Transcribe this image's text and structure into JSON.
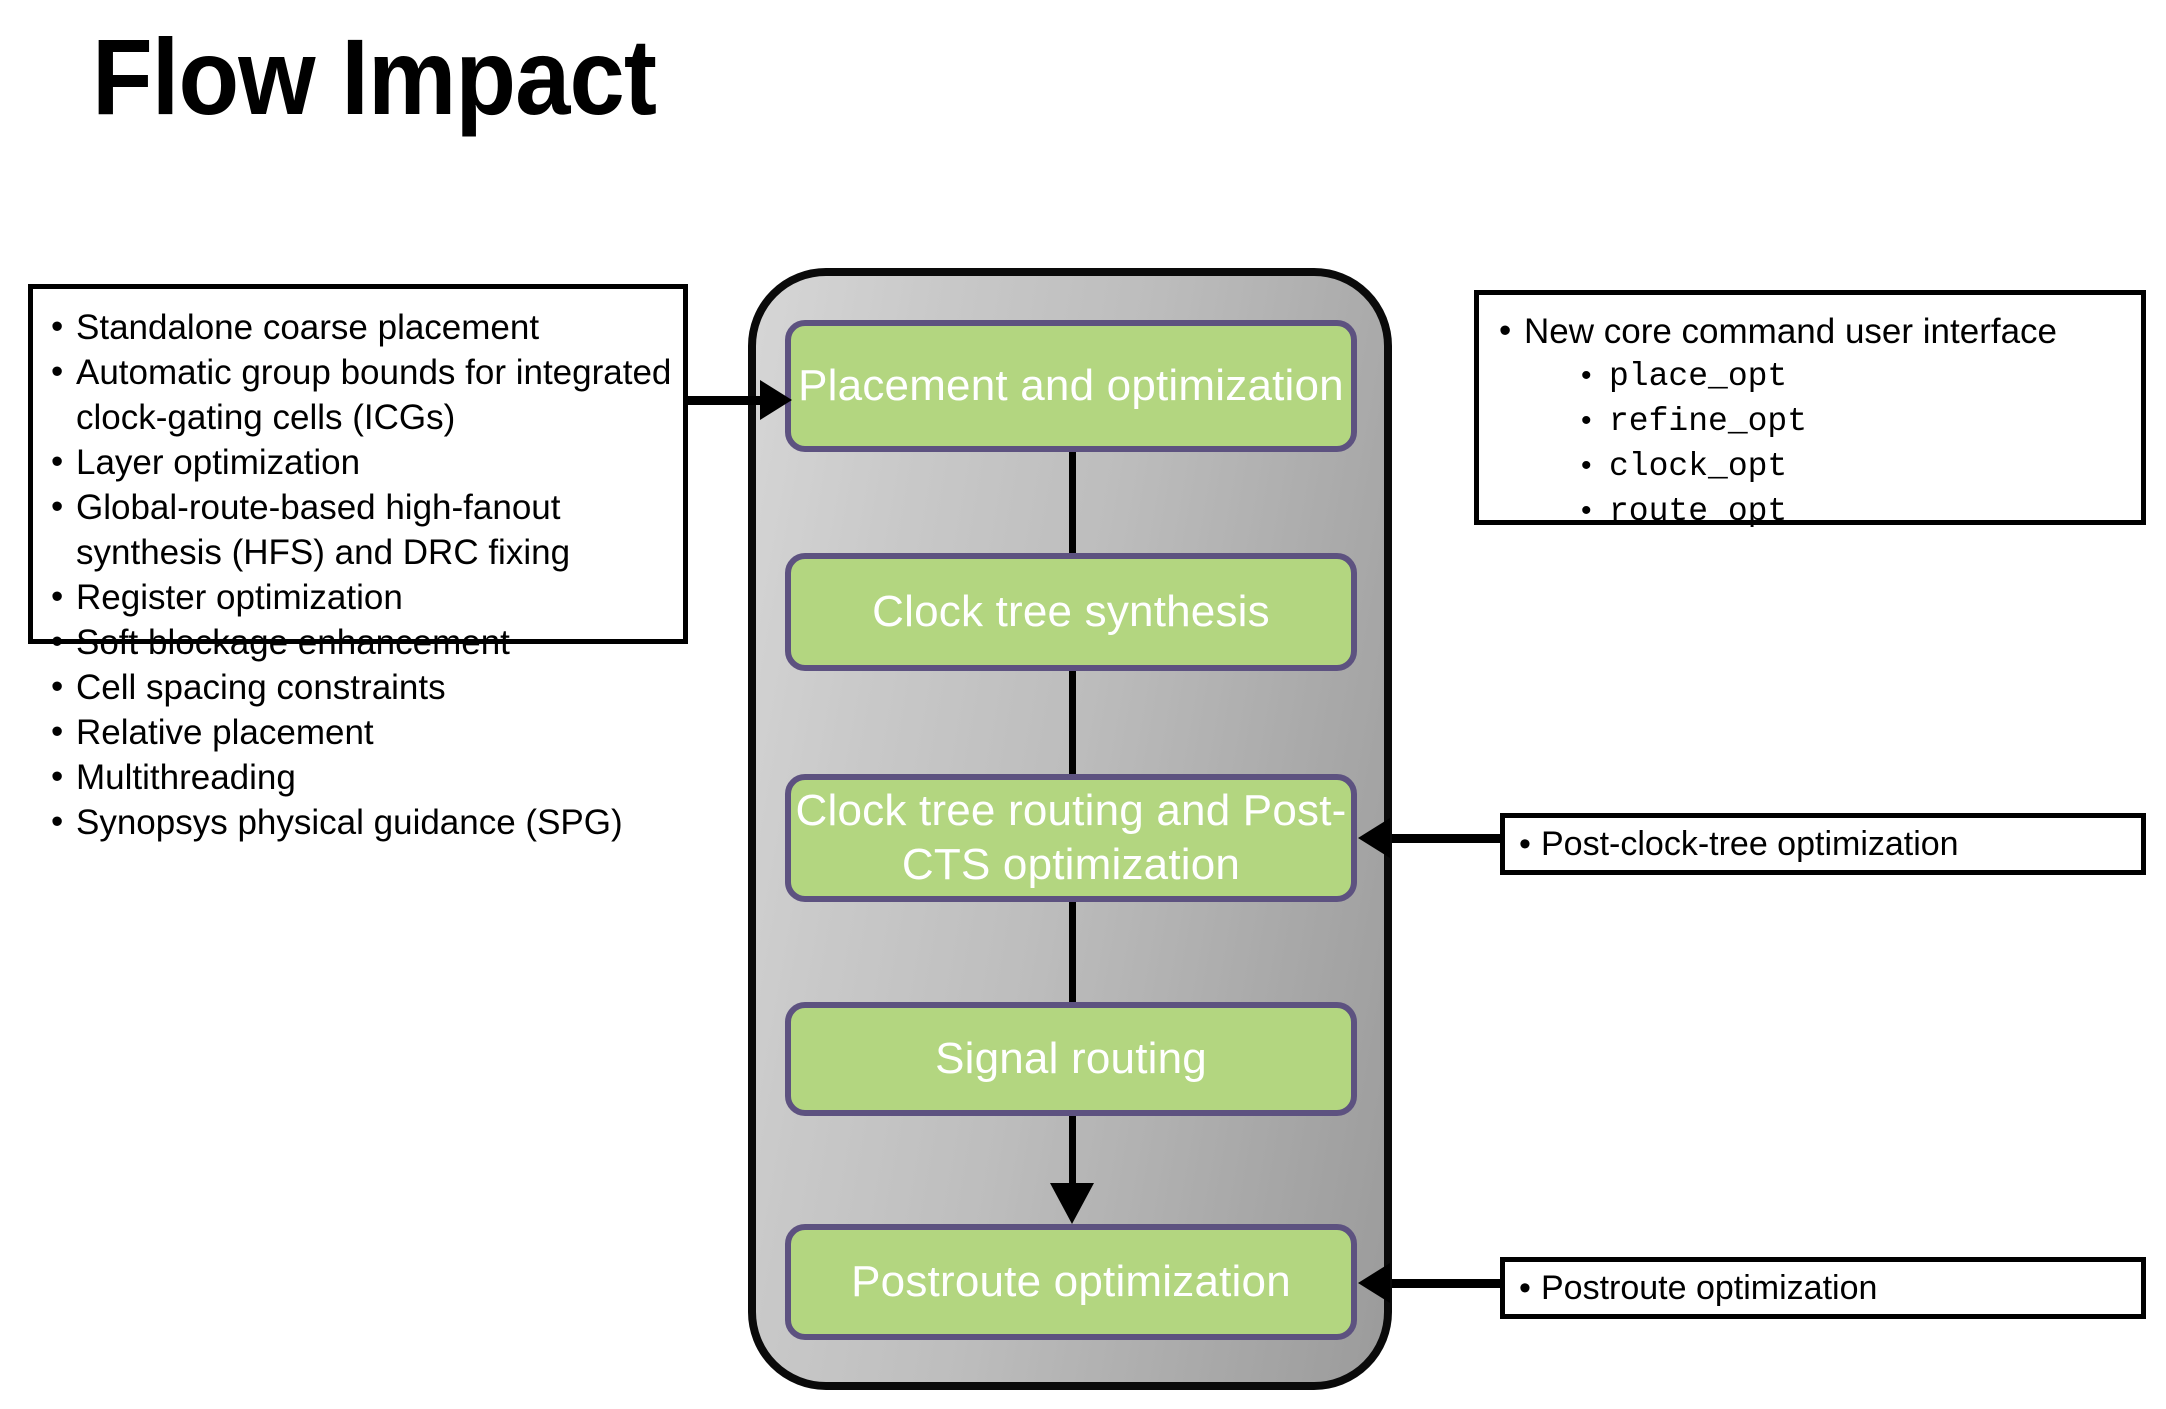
{
  "slide": {
    "title": "Flow Impact",
    "background_color": "#ffffff"
  },
  "colors": {
    "step_fill": "#b3d680",
    "step_border": "#5d5280",
    "step_text": "#ffffff",
    "container_border": "#000000",
    "container_gradient_light": "#d6d6d6",
    "container_gradient_dark": "#9b9b9b",
    "callout_border": "#000000",
    "body_text": "#000000"
  },
  "left_callout": {
    "bullet_glyph": "•",
    "items": [
      "Standalone coarse placement",
      "Automatic group bounds for integrated clock-gating cells (ICGs)",
      "Layer optimization",
      "Global-route-based high-fanout synthesis (HFS) and DRC fixing",
      "Register optimization",
      "Soft blockage enhancement",
      "Cell spacing constraints",
      "Relative placement",
      "Multithreading",
      "Synopsys physical guidance (SPG)"
    ]
  },
  "right_top_callout": {
    "bullet_glyph": "•",
    "heading": "New core command user interface",
    "commands": [
      "place_opt",
      "refine_opt",
      "clock_opt",
      "route_opt"
    ]
  },
  "right_mid_callout": {
    "bullet_glyph": "•",
    "text": "Post-clock-tree optimization"
  },
  "right_bottom_callout": {
    "bullet_glyph": "•",
    "text": "Postroute optimization"
  },
  "flow": {
    "steps": [
      {
        "label": "Placement and optimization"
      },
      {
        "label": "Clock tree synthesis"
      },
      {
        "label": "Clock tree routing and Post-CTS optimization"
      },
      {
        "label": "Signal routing"
      },
      {
        "label": "Postroute optimization"
      }
    ]
  }
}
